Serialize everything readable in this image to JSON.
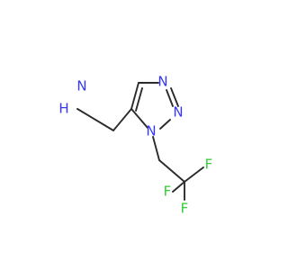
{
  "molecule": {
    "atoms": {
      "amine_h": "H",
      "amine_n": "N",
      "n1": "N",
      "n2": "N",
      "n3": "N",
      "f1": "F",
      "f2": "F",
      "f3": "F"
    },
    "colors": {
      "bond": "#2b2b2b",
      "nitrogen": "#3636f5",
      "fluorine": "#33cc33",
      "background": "#ffffff"
    }
  }
}
